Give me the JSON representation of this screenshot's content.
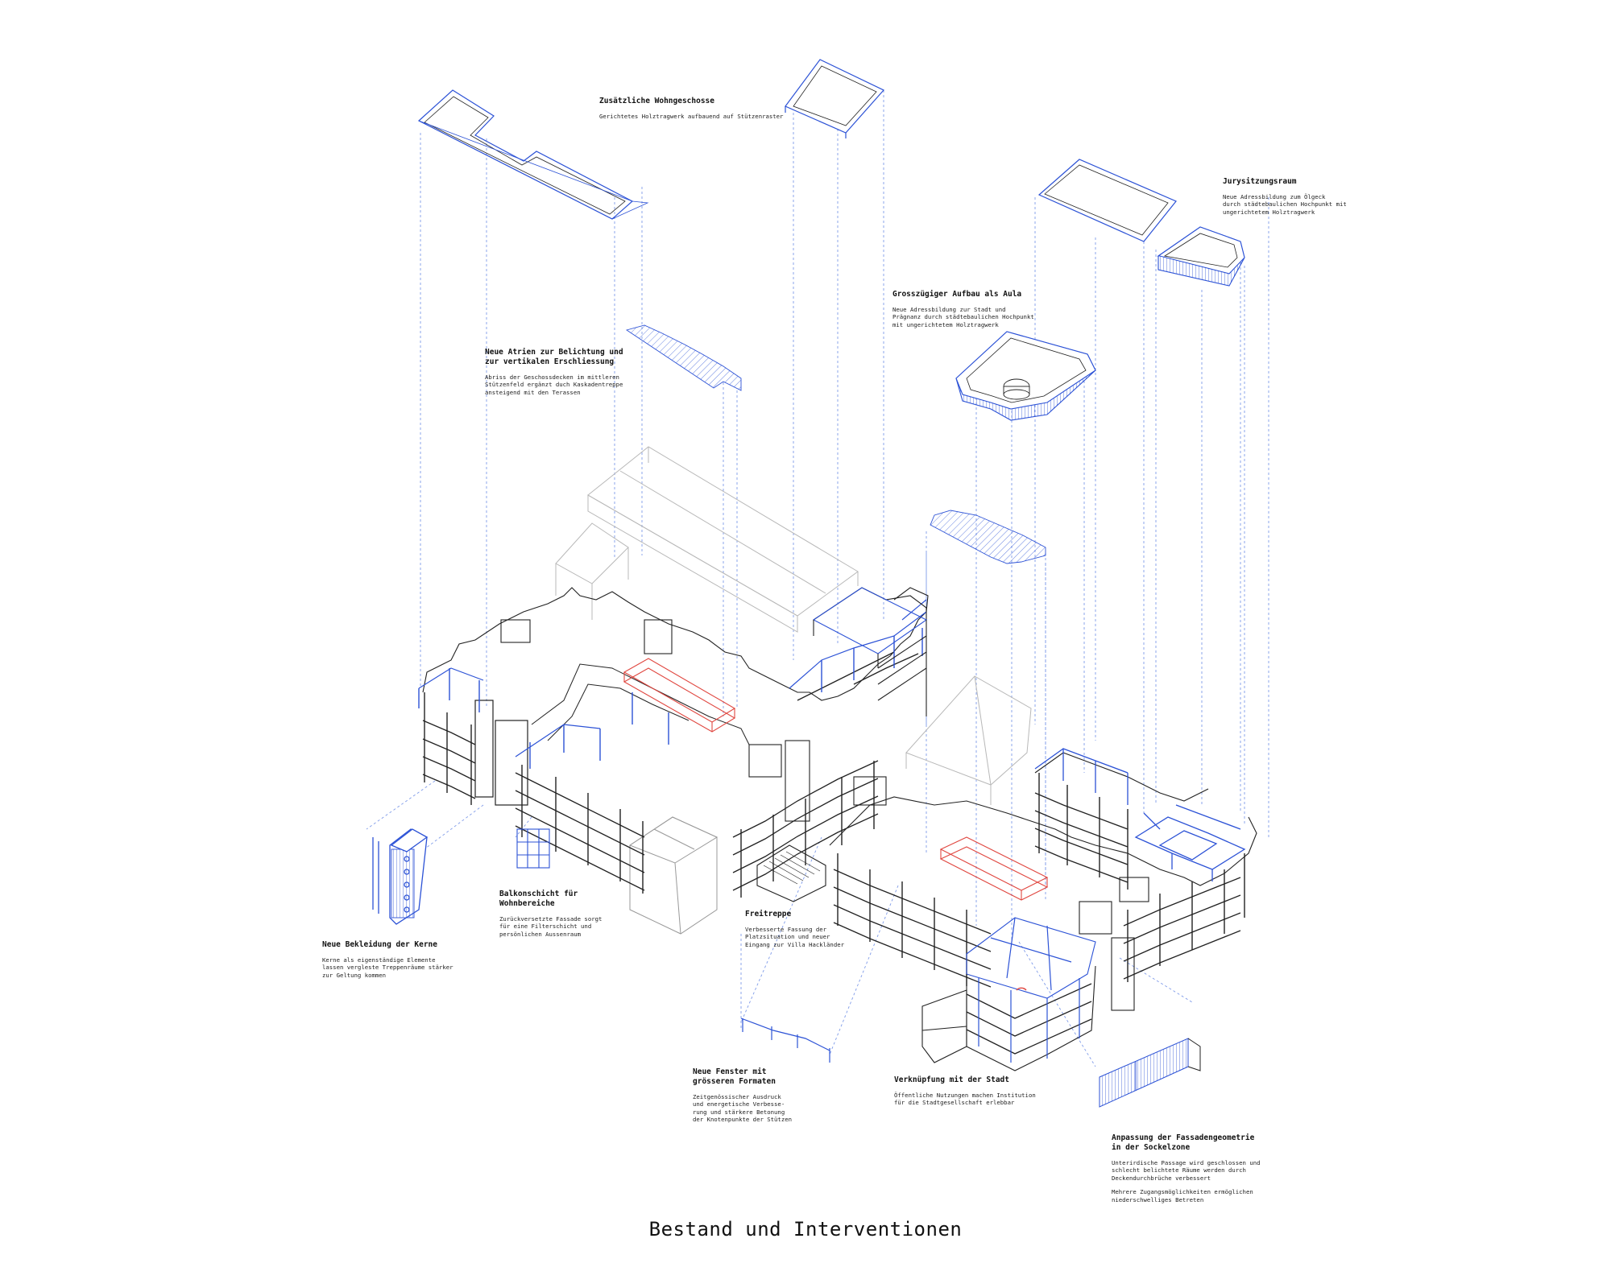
{
  "title": "Bestand und Interventionen",
  "colors": {
    "blue": "#2c52d6",
    "red": "#e0463f",
    "line": "#222222",
    "grey": "#bdbdbd",
    "dash": "#6f8fe8"
  },
  "annotations": [
    {
      "id": "wohngeschosse",
      "heading": "Zusätzliche Wohngeschosse",
      "body": "Gerichtetes Holztragwerk aufbauend auf Stützenraster"
    },
    {
      "id": "jurysitzungsraum",
      "heading": "Jurysitzungsraum",
      "body": "Neue Adressbildung zum Ölgeck\ndurch städtebaulichen Hochpunkt mit\nungerichtetem Holztragwerk"
    },
    {
      "id": "aula",
      "heading": "Grosszügiger Aufbau als Aula",
      "body": "Neue Adressbildung zur Stadt und\nPrägnanz durch städtebaulichen Hochpunkt\nmit ungerichtetem Holztragwerk"
    },
    {
      "id": "atrien",
      "heading": "Neue Atrien zur Belichtung und\nzur vertikalen Erschliessung",
      "body": "Abriss der Geschossdecken im mittleren\nStützenfeld ergänzt duch Kaskadentreppe\nansteigend mit den Terassen"
    },
    {
      "id": "balkonschicht",
      "heading": "Balkonschicht für\nWohnbereiche",
      "body": "Zurückversetzte Fassade sorgt\nfür eine Filterschicht und\npersönlichen Aussenraum"
    },
    {
      "id": "kerne",
      "heading": "Neue Bekleidung der Kerne",
      "body": "Kerne als eigenständige Elemente\nlassen vergleste Treppenräume stärker\nzur Geltung kommen"
    },
    {
      "id": "freitreppe",
      "heading": "Freitreppe",
      "body": "Verbesserte Fassung der\nPlatzsituation und neuer\nEingang zur Villa Hackländer"
    },
    {
      "id": "fenster",
      "heading": "Neue Fenster mit\ngrösseren Formaten",
      "body": "Zeitgenössischer Ausdruck\nund energetische Verbesse-\nrung und stärkere Betonung\nder Knotenpunkte der Stützen"
    },
    {
      "id": "stadt",
      "heading": "Verknüpfung mit der Stadt",
      "body": "Öffentliche Nutzungen machen Institution\nfür die Stadtgesellschaft erlebbar"
    },
    {
      "id": "sockelzone",
      "heading": "Anpassung der Fassadengeometrie\nin der Sockelzone",
      "body": "Unterirdische Passage wird geschlossen und\nschlecht belichtete Räume werden durch\nDeckendurchbrüche verbessert",
      "body2": "Mehrere Zugangsmöglichkeiten ermöglichen\nniederschwelliges Betreten"
    }
  ]
}
